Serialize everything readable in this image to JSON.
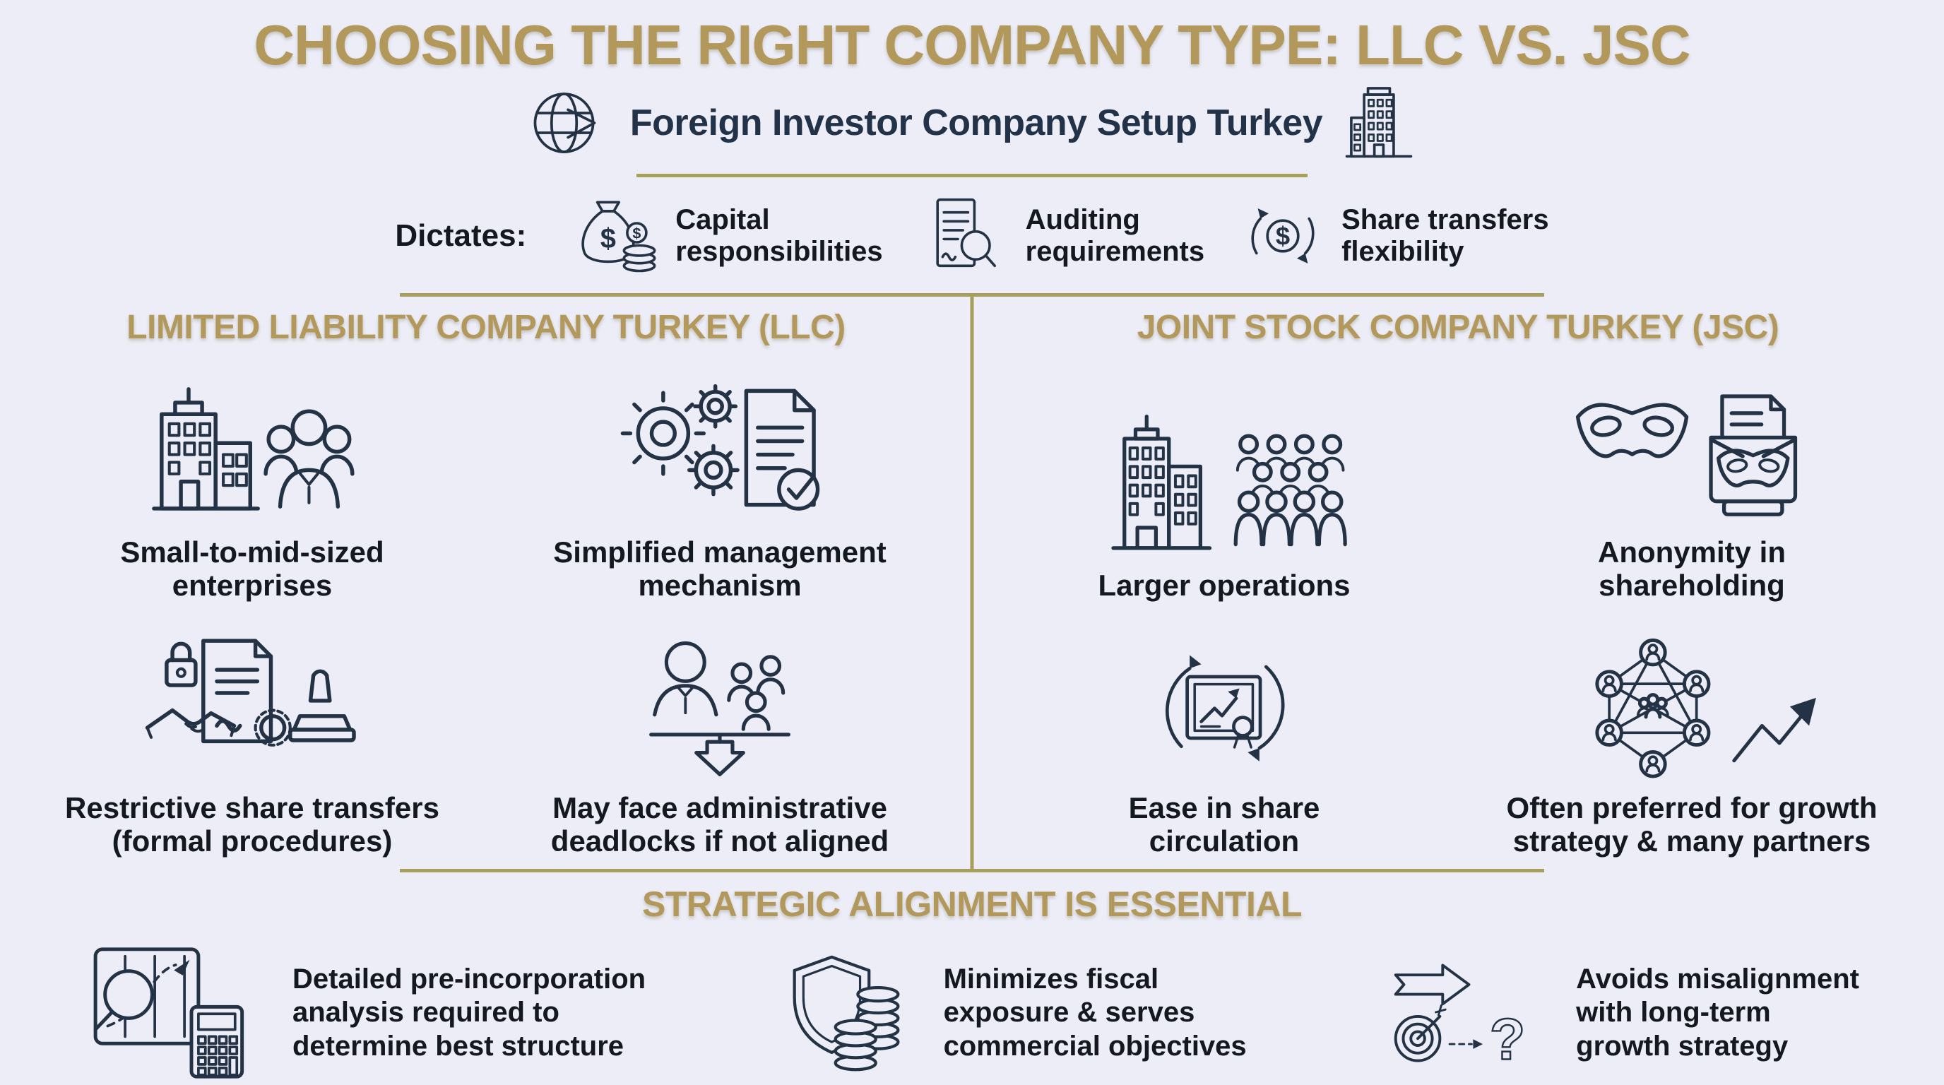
{
  "title": "CHOOSING THE RIGHT COMPANY TYPE: LLC VS. JSC",
  "subtitle": "Foreign Investor Company Setup Turkey",
  "colors": {
    "gold": "#b2985a",
    "navy": "#233349",
    "background": "#ecedf6",
    "text": "#14181f",
    "divider": "#a7a05c"
  },
  "dictates": {
    "label": "Dictates:",
    "items": [
      {
        "icon": "money-bag-icon",
        "label": "Capital\nresponsibilities"
      },
      {
        "icon": "audit-document-icon",
        "label": "Auditing\nrequirements"
      },
      {
        "icon": "dollar-cycle-icon",
        "label": "Share transfers\nflexibility"
      }
    ]
  },
  "llc": {
    "header": "LIMITED LIABILITY COMPANY TURKEY (LLC)",
    "items": [
      {
        "icon": "buildings-team-icon",
        "label": "Small-to-mid-sized\nenterprises"
      },
      {
        "icon": "gears-document-icon",
        "label": "Simplified management\nmechanism"
      },
      {
        "icon": "lock-contract-stamp-icon",
        "label": "Restrictive share transfers\n(formal procedures)"
      },
      {
        "icon": "manager-deadlock-icon",
        "label": "May face administrative\ndeadlocks if not aligned"
      }
    ]
  },
  "jsc": {
    "header": "JOINT STOCK COMPANY TURKEY (JSC)",
    "items": [
      {
        "icon": "skyscraper-crowd-icon",
        "label": "Larger operations"
      },
      {
        "icon": "masks-anonymity-icon",
        "label": "Anonymity in\nshareholding"
      },
      {
        "icon": "certificate-cycle-icon",
        "label": "Ease in share\ncirculation"
      },
      {
        "icon": "network-growth-icon",
        "label": "Often preferred for growth\nstrategy & many partners"
      }
    ]
  },
  "strategic": {
    "header": "STRATEGIC ALIGNMENT IS ESSENTIAL",
    "items": [
      {
        "icon": "analysis-magnifier-calculator-icon",
        "label": "Detailed pre-incorporation\nanalysis required to\ndetermine best structure"
      },
      {
        "icon": "shield-coins-icon",
        "label": "Minimizes fiscal\nexposure & serves\ncommercial objectives"
      },
      {
        "icon": "arrow-target-question-icon",
        "label": "Avoids misalignment\nwith long-term\ngrowth strategy"
      }
    ]
  }
}
